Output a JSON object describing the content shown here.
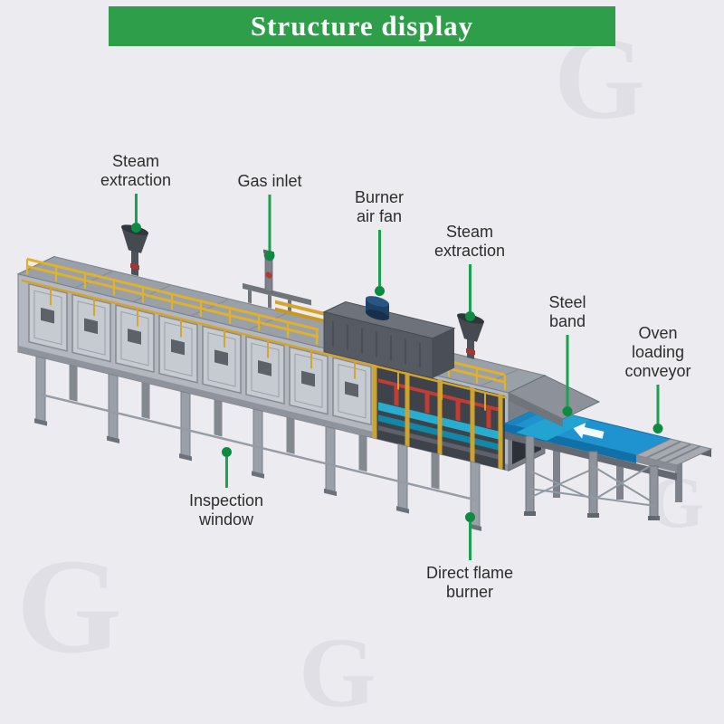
{
  "title": "Structure display",
  "colors": {
    "banner_green": "#2f9e4b",
    "accent_green": "#1aa14f",
    "dot_green": "#0e8a42",
    "conveyor_blue": "#1e93d0",
    "pipe_yellow": "#e2b12c",
    "background": "#ecebf0"
  },
  "watermark": {
    "letter": "G"
  },
  "labels": [
    {
      "id": "steam-extraction-left",
      "text": "Steam\nextraction"
    },
    {
      "id": "gas-inlet",
      "text": "Gas inlet"
    },
    {
      "id": "burner-air-fan",
      "text": "Burner\nair fan"
    },
    {
      "id": "steam-extraction-right",
      "text": "Steam\nextraction"
    },
    {
      "id": "steel-band",
      "text": "Steel\nband"
    },
    {
      "id": "oven-loading-conveyor",
      "text": "Oven\nloading\nconveyor"
    },
    {
      "id": "inspection-window",
      "text": "Inspection\nwindow"
    },
    {
      "id": "direct-flame-burner",
      "text": "Direct flame\nburner"
    }
  ]
}
